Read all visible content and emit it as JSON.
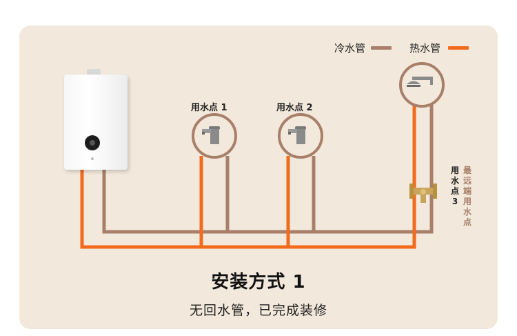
{
  "legend": {
    "cold_label": "冷水管",
    "hot_label": "热水管",
    "cold_color": "#a8806a",
    "hot_color": "#f26b1d"
  },
  "points": [
    {
      "label": "用水点 1",
      "icon": "faucet-icon"
    },
    {
      "label": "用水点 2",
      "icon": "faucet-icon"
    }
  ],
  "point3": {
    "label": "用水点3",
    "sublabel": "最远端用水点",
    "icon": "shower-icon"
  },
  "device": {
    "icon": "water-heater-icon"
  },
  "title": "安装方式 1",
  "subtitle": "无回水管，已完成装修"
}
